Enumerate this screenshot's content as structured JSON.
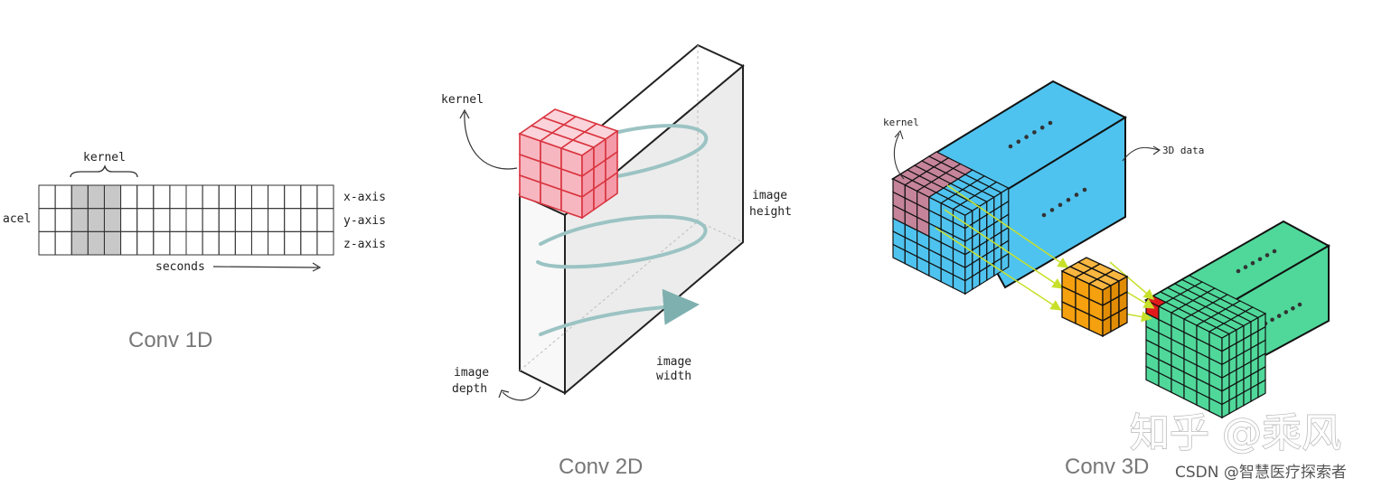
{
  "conv1d": {
    "caption": "Conv 1D",
    "kernel_label": "kernel",
    "row_label": "acel",
    "axis_labels": [
      "x-axis",
      "y-axis",
      "z-axis"
    ],
    "time_label": "seconds",
    "columns": 18,
    "rows": 3,
    "kernel_columns": 3
  },
  "conv2d": {
    "caption": "Conv 2D",
    "kernel_label": "kernel",
    "height_label": [
      "image",
      "height"
    ],
    "width_label": [
      "image",
      "width"
    ],
    "depth_label": [
      "image",
      "depth"
    ],
    "kernel_size": 3
  },
  "conv3d": {
    "caption": "Conv 3D",
    "kernel_label": "kernel",
    "data_label": "3D data",
    "input_grid": 6,
    "kernel_grid": 3,
    "output_grid": 6
  },
  "watermark": {
    "logo": "知乎 @乘风",
    "credit": "CSDN @智慧医疗探索者"
  },
  "colors": {
    "kernel_1d": "#c8c8c8",
    "kernel_2d": "#f06070",
    "volume_2d": "#ebebeb",
    "spiral": "#8fbcbc",
    "input_3d": "#4fc3ef",
    "input_3d_kernel": "#c5849a",
    "kernel_3d": "#f5a00e",
    "output_3d": "#4fd89a",
    "output_cell": "#e11b1b",
    "arrow_3d": "#c8e02a"
  }
}
